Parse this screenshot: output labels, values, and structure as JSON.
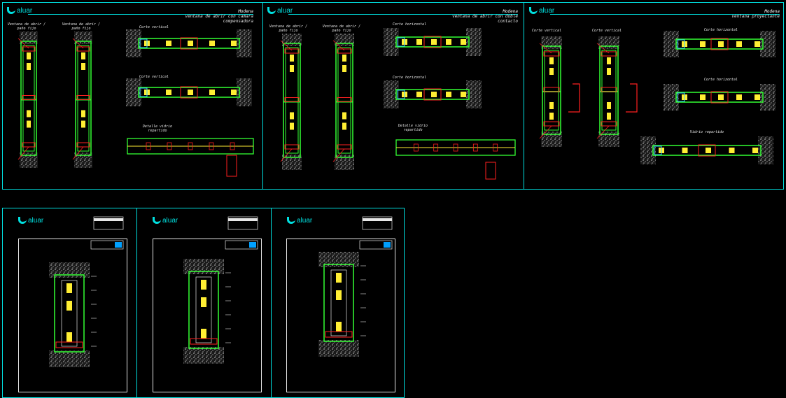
{
  "brand": "aluar",
  "colors": {
    "frame_cyan": "#00e0e0",
    "profile_green": "#33ff33",
    "seal_red": "#ff2020",
    "glass_yellow": "#ffee33",
    "wall_gray": "#bdbdbd"
  },
  "sheets": [
    {
      "title_line1": "Modena",
      "title_line2": "ventana de abrir con camara compensadora",
      "labels": [
        "Ventana de abrir / paño fijo",
        "Ventana de abrir / paño fijo",
        "Corte vertical",
        "Corte vertical",
        "Detalle vidrio repartido"
      ]
    },
    {
      "title_line1": "Modena",
      "title_line2": "ventana de abrir con doble contacto",
      "labels": [
        "Ventana de abrir / paño fijo",
        "Ventana de abrir / paño fijo",
        "Corte horizontal",
        "Corte horizontal",
        "Detalle vidrio repartido"
      ]
    },
    {
      "title_line1": "Modena",
      "title_line2": "ventana proyectante",
      "labels": [
        "Corte vertical",
        "Corte vertical",
        "Corte horizontal",
        "Corte horizontal",
        "Vidrio repartido"
      ]
    }
  ]
}
